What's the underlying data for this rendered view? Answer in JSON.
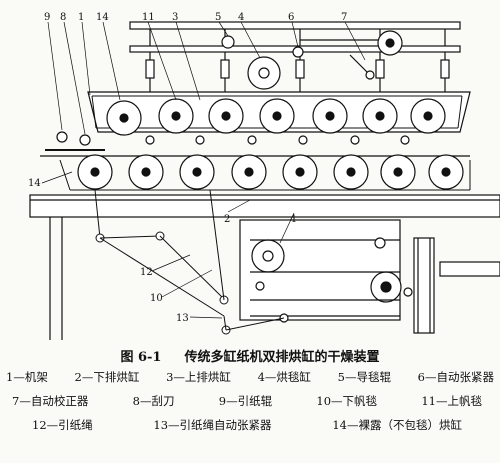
{
  "callouts": [
    "9",
    "8",
    "1",
    "14",
    "11",
    "3",
    "5",
    "4",
    "6",
    "7",
    "14",
    "2",
    "4",
    "12",
    "10",
    "13"
  ],
  "caption": {
    "figure_number": "图 6-1",
    "title": "传统多缸纸机双排烘缸的干燥装置"
  },
  "legend": [
    [
      "1—机架",
      "2—下排烘缸",
      "3—上排烘缸",
      "4—烘毯缸",
      "5—导毯辊",
      "6—自动张紧器"
    ],
    [
      "7—自动校正器",
      "8—刮刀",
      "9—引纸辊",
      "10—下帆毯",
      "11—上帆毯"
    ],
    [
      "12—引纸绳",
      "13—引纸绳自动张紧器",
      "14—裸露（不包毯）烘缸"
    ]
  ]
}
